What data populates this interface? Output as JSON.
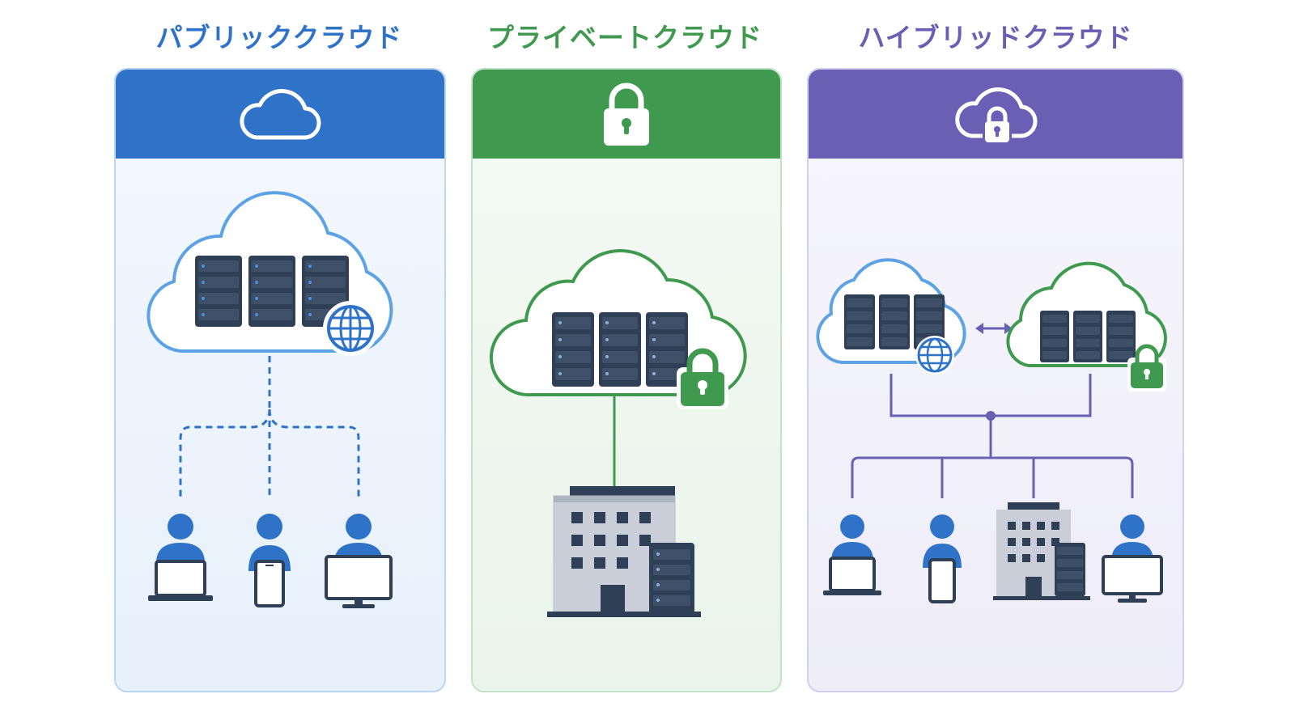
{
  "panels": [
    {
      "title": "パブリッククラウド",
      "accent": "#2f73c9",
      "header_icon": "cloud-icon"
    },
    {
      "title": "プライベートクラウド",
      "accent": "#3f9a4f",
      "header_icon": "lock-icon"
    },
    {
      "title": "ハイブリッドクラウド",
      "accent": "#6a5fb4",
      "header_icon": "cloud-lock-icon"
    }
  ],
  "colors": {
    "server": "#2f3f55",
    "server_light": "#4a8fe0",
    "building": "#c9ced8",
    "person": "#2f73c9",
    "public_line": "#2f73c9",
    "private_line": "#3f9a4f",
    "hybrid_line": "#6a5fb4"
  }
}
